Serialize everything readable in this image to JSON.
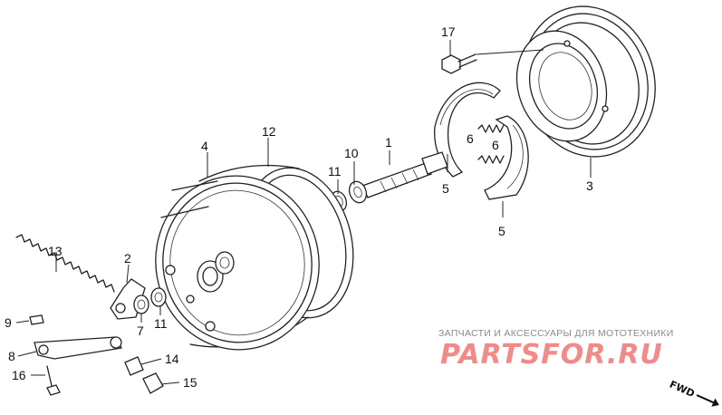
{
  "diagram": {
    "callouts": [
      {
        "id": "1",
        "text": "1"
      },
      {
        "id": "2",
        "text": "2"
      },
      {
        "id": "3",
        "text": "3"
      },
      {
        "id": "4",
        "text": "4"
      },
      {
        "id": "5a",
        "text": "5"
      },
      {
        "id": "5b",
        "text": "5"
      },
      {
        "id": "6a",
        "text": "6"
      },
      {
        "id": "6b",
        "text": "6"
      },
      {
        "id": "7",
        "text": "7"
      },
      {
        "id": "8",
        "text": "8"
      },
      {
        "id": "9",
        "text": "9"
      },
      {
        "id": "10",
        "text": "10"
      },
      {
        "id": "11a",
        "text": "11"
      },
      {
        "id": "11b",
        "text": "11"
      },
      {
        "id": "12",
        "text": "12"
      },
      {
        "id": "13",
        "text": "13"
      },
      {
        "id": "14",
        "text": "14"
      },
      {
        "id": "15",
        "text": "15"
      },
      {
        "id": "16",
        "text": "16"
      },
      {
        "id": "17",
        "text": "17"
      }
    ],
    "direction_marker": "FWD"
  },
  "watermark": {
    "tagline": "ЗАПЧАСТИ И АКСЕССУАРЫ ДЛЯ МОТОТЕХНИКИ",
    "logo": "PARTSFOR.RU"
  }
}
